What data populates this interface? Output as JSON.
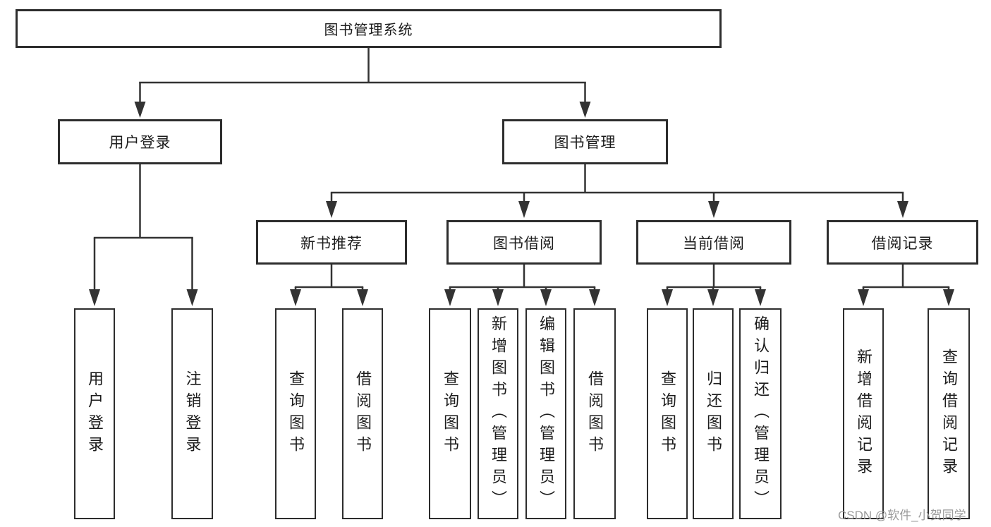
{
  "tree": {
    "label": "图书管理系统",
    "children": [
      {
        "label": "用户登录",
        "children": [
          {
            "label": "用户登录"
          },
          {
            "label": "注销登录"
          }
        ]
      },
      {
        "label": "图书管理",
        "children": [
          {
            "label": "新书推荐",
            "children": [
              {
                "label": "查询图书"
              },
              {
                "label": "借阅图书"
              }
            ]
          },
          {
            "label": "图书借阅",
            "children": [
              {
                "label": "查询图书"
              },
              {
                "label": "新增图书（管理员）"
              },
              {
                "label": "编辑图书（管理员）"
              },
              {
                "label": "借阅图书"
              }
            ]
          },
          {
            "label": "当前借阅",
            "children": [
              {
                "label": "查询图书"
              },
              {
                "label": "归还图书"
              },
              {
                "label": "确认归还（管理员）"
              }
            ]
          },
          {
            "label": "借阅记录",
            "children": [
              {
                "label": "新增借阅记录"
              },
              {
                "label": "查询借阅记录"
              }
            ]
          }
        ]
      }
    ]
  },
  "watermark": {
    "text": "CSDN @软件_小贺同学"
  },
  "colors": {
    "line": "#333333",
    "box_border": "#2d2d2d",
    "box_fill": "#ffffff",
    "text": "#1c1c1c",
    "watermark": "#9b9b9b"
  }
}
